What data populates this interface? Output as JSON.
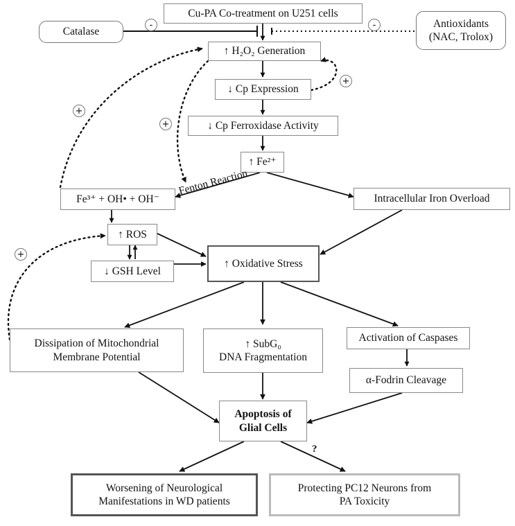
{
  "nodes": {
    "cupa": "Cu-PA Co-treatment on U251 cells",
    "catalase": "Catalase",
    "antioxidants_1": "Antioxidants",
    "antioxidants_2": "(NAC, Trolox)",
    "h2o2": "↑ H₂O₂ Generation",
    "cp_expr": "↓ Cp Expression",
    "cp_ferrox": "↓ Cp Ferroxidase Activity",
    "fe2": "↑ Fe²⁺",
    "fe3": "Fe³⁺ + OH• + OH⁻",
    "iron_overload": "Intracellular Iron Overload",
    "ros": "↑ ROS",
    "gsh": "↓ GSH Level",
    "oxstress": "↑ Oxidative Stress",
    "mito_1": "Dissipation of Mitochondrial",
    "mito_2": "Membrane Potential",
    "subg0_1": "↑  SubG₀",
    "subg0_2": "DNA Fragmentation",
    "caspases": "Activation of Caspases",
    "fodrin": "α-Fodrin Cleavage",
    "apoptosis_1": "Apoptosis of",
    "apoptosis_2": "Glial Cells",
    "worsening_1": "Worsening of Neurological",
    "worsening_2": "Manifestations in WD patients",
    "protecting_1": "Protecting PC12 Neurons from",
    "protecting_2": "PA Toxicity"
  },
  "labels": {
    "fenton": "Fenton Reaction",
    "minus": "-",
    "plus": "+",
    "question": "?"
  }
}
